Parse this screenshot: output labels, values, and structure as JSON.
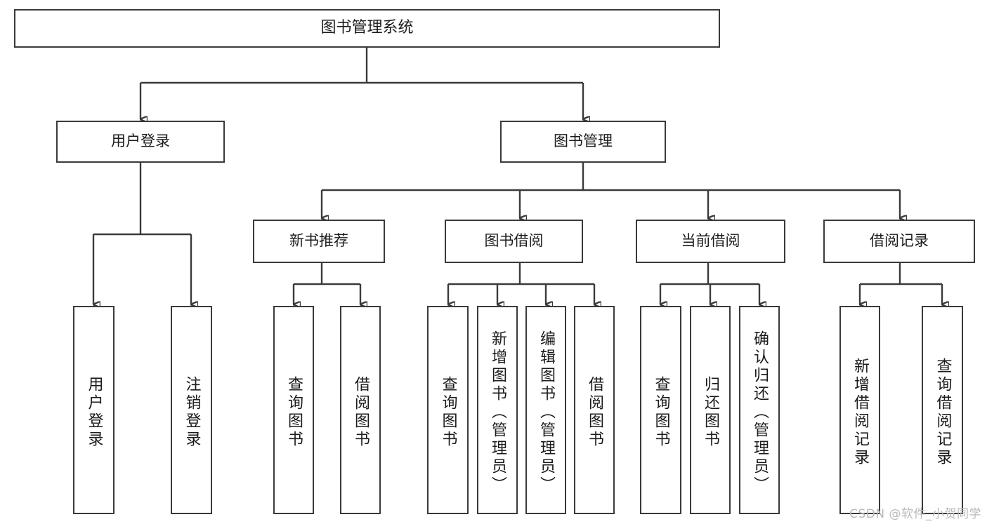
{
  "diagram": {
    "type": "tree-hierarchy",
    "title": "图书管理系统",
    "root": {
      "id": "root",
      "label": "图书管理系统"
    },
    "level1": [
      {
        "id": "user-login",
        "label": "用户登录"
      },
      {
        "id": "book-manage",
        "label": "图书管理"
      }
    ],
    "level2": [
      {
        "id": "new-book-rec",
        "label": "新书推荐",
        "parent": "book-manage"
      },
      {
        "id": "book-borrow",
        "label": "图书借阅",
        "parent": "book-manage"
      },
      {
        "id": "current-borrow",
        "label": "当前借阅",
        "parent": "book-manage"
      },
      {
        "id": "borrow-record",
        "label": "借阅记录",
        "parent": "book-manage"
      }
    ],
    "leaves": [
      {
        "id": "leaf-user-login",
        "label": "用户登录",
        "parent": "user-login"
      },
      {
        "id": "leaf-logout",
        "label": "注销登录",
        "parent": "user-login"
      },
      {
        "id": "leaf-query-book-1",
        "label": "查询图书",
        "parent": "new-book-rec"
      },
      {
        "id": "leaf-borrow-book-1",
        "label": "借阅图书",
        "parent": "new-book-rec"
      },
      {
        "id": "leaf-query-book-2",
        "label": "查询图书",
        "parent": "book-borrow"
      },
      {
        "id": "leaf-add-book",
        "label": "新增图书（管理员）",
        "parent": "book-borrow"
      },
      {
        "id": "leaf-edit-book",
        "label": "编辑图书（管理员）",
        "parent": "book-borrow"
      },
      {
        "id": "leaf-borrow-book-2",
        "label": "借阅图书",
        "parent": "book-borrow"
      },
      {
        "id": "leaf-query-book-3",
        "label": "查询图书",
        "parent": "current-borrow"
      },
      {
        "id": "leaf-return-book",
        "label": "归还图书",
        "parent": "current-borrow"
      },
      {
        "id": "leaf-confirm-return",
        "label": "确认归还（管理员）",
        "parent": "current-borrow"
      },
      {
        "id": "leaf-add-record",
        "label": "新增借阅记录",
        "parent": "borrow-record"
      },
      {
        "id": "leaf-query-record",
        "label": "查询借阅记录",
        "parent": "borrow-record"
      }
    ],
    "colors": {
      "stroke": "#3a3a3a",
      "fill": "#ffffff",
      "text": "#1b1b1b",
      "watermark": "#b9b9b9"
    }
  },
  "watermark": {
    "text": "CSDN @软件_小贺同学"
  }
}
